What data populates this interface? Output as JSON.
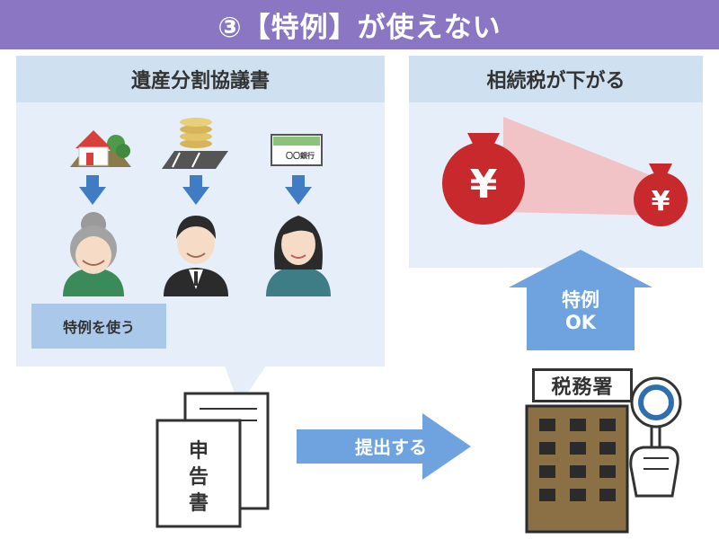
{
  "title": "③【特例】が使えない",
  "left_panel": {
    "heading": "遺産分割協議書",
    "tokurei_label": "特例を使う",
    "assets": [
      {
        "icon": "house-icon"
      },
      {
        "icon": "cash-icon"
      },
      {
        "icon": "bankbook-icon",
        "text": "〇〇銀行"
      }
    ],
    "heirs": [
      {
        "icon": "elderly-woman-icon"
      },
      {
        "icon": "man-icon"
      },
      {
        "icon": "woman-icon"
      }
    ]
  },
  "right_panel": {
    "heading": "相続税が下がる",
    "yen_symbol": "¥"
  },
  "up_arrow_label": {
    "line1": "特例",
    "line2": "OK"
  },
  "submit_label": "提出する",
  "document": {
    "chars": [
      "申",
      "告",
      "書"
    ]
  },
  "tax_office": {
    "sign": "税務署"
  },
  "colors": {
    "title_bar": "#8a76c2",
    "panel_bg": "#e6eff9",
    "panel_head": "#cfe0f1",
    "arrow_blue": "#5b8fd0",
    "big_arrow": "#6fa3df",
    "money_red": "#c7292c",
    "building_brown": "#8b7046"
  }
}
